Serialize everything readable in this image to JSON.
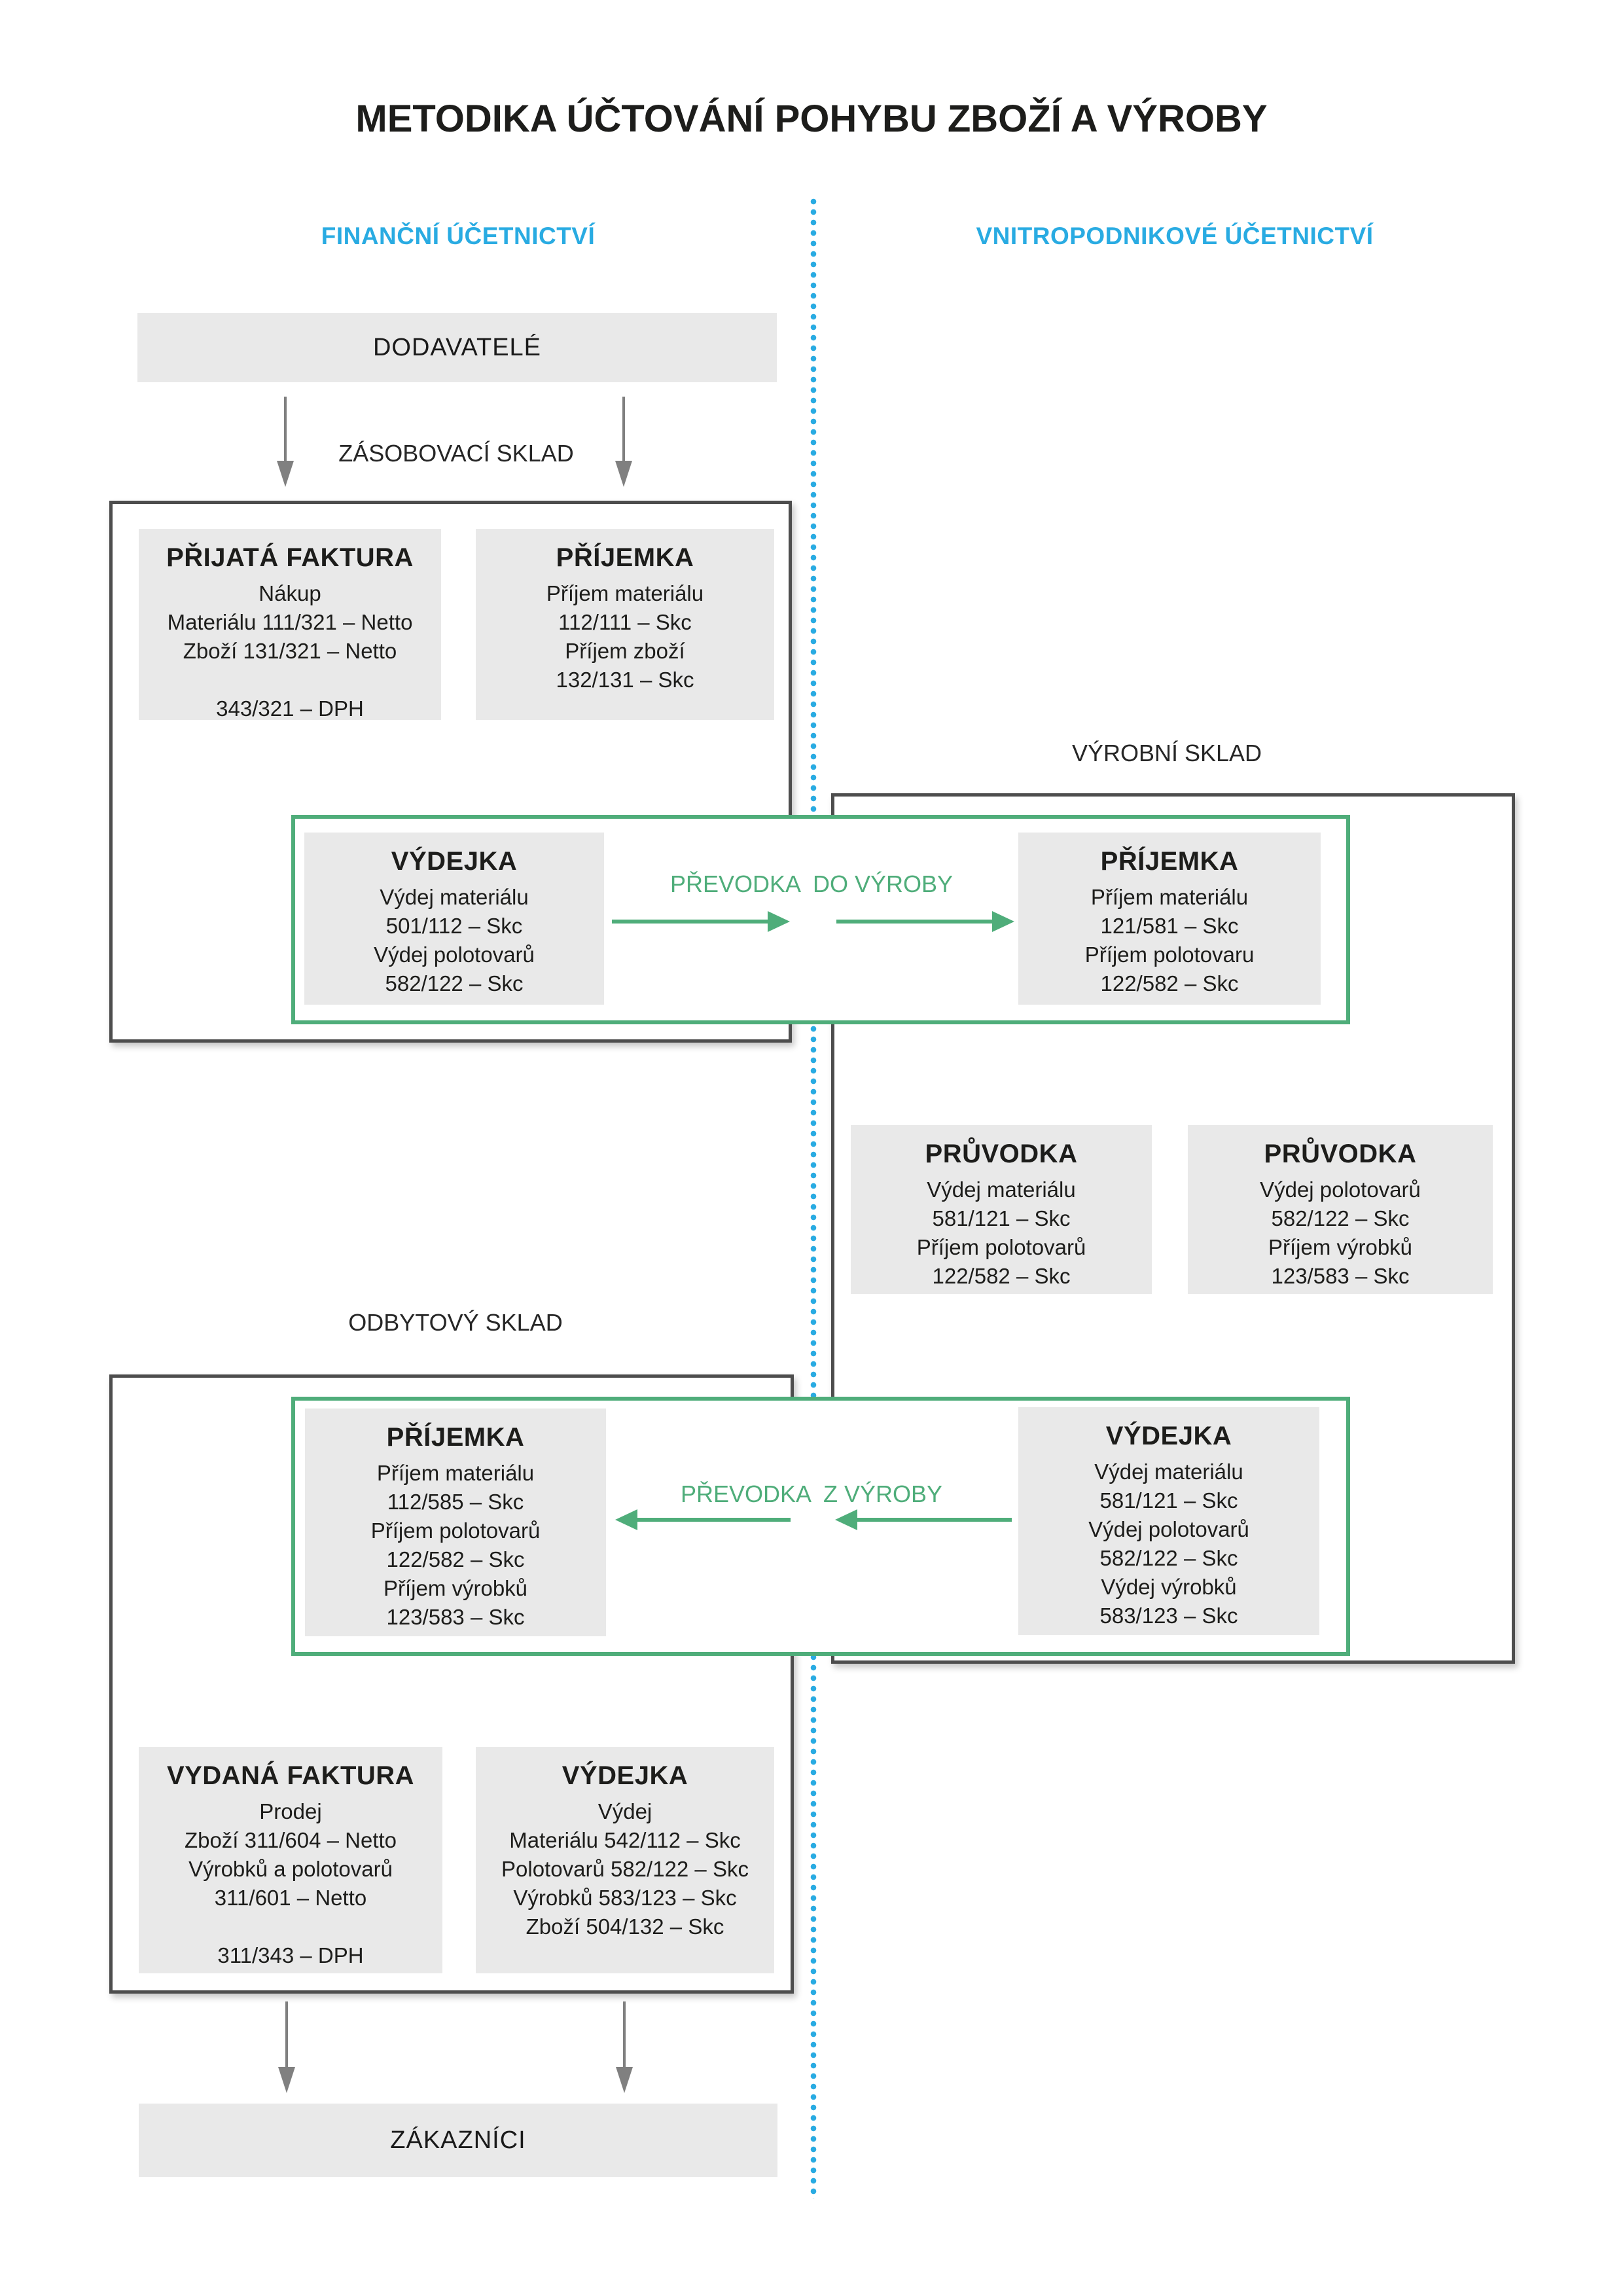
{
  "title": "METODIKA ÚČTOVÁNÍ POHYBU ZBOŽÍ A VÝROBY",
  "columns": {
    "left_header": "FINANČNÍ ÚČETNICTVÍ",
    "right_header": "VNITROPODNIKOVÉ ÚČETNICTVÍ"
  },
  "section_labels": {
    "zasobovaci_sklad": "ZÁSOBOVACÍ SKLAD",
    "vyrobni_sklad": "VÝROBNÍ SKLAD",
    "odbytovy_sklad": "ODBYTOVÝ SKLAD"
  },
  "endpoints": {
    "dodavatele": "DODAVATELÉ",
    "zakaznici": "ZÁKAZNÍCI"
  },
  "transfers": {
    "do_vyroby": "PŘEVODKA  DO VÝROBY",
    "z_vyroby": "PŘEVODKA  Z VÝROBY"
  },
  "cards": {
    "prijata_faktura": {
      "title": "PŘIJATÁ FAKTURA",
      "lines": [
        "Nákup",
        "Materiálu 111/321 – Netto",
        "Zboží 131/321 – Netto",
        "",
        "343/321 – DPH"
      ]
    },
    "prijemka_zasobovaci": {
      "title": "PŘÍJEMKA",
      "lines": [
        "Příjem materiálu",
        "112/111 – Skc",
        "Příjem zboží",
        "132/131 – Skc"
      ]
    },
    "vydejka_do_vyroby": {
      "title": "VÝDEJKA",
      "lines": [
        "Výdej materiálu",
        "501/112 – Skc",
        "Výdej polotovarů",
        "582/122 – Skc"
      ]
    },
    "prijemka_vyrobni": {
      "title": "PŘÍJEMKA",
      "lines": [
        "Příjem materiálu",
        "121/581 – Skc",
        "Příjem polotovaru",
        "122/582 – Skc"
      ]
    },
    "pruvodka_material": {
      "title": "PRŮVODKA",
      "lines": [
        "Výdej materiálu",
        "581/121 – Skc",
        "Příjem polotovarů",
        "122/582 – Skc"
      ]
    },
    "pruvodka_polotovary": {
      "title": "PRŮVODKA",
      "lines": [
        "Výdej polotovarů",
        "582/122 – Skc",
        "Příjem výrobků",
        "123/583 – Skc"
      ]
    },
    "prijemka_odbytovy": {
      "title": "PŘÍJEMKA",
      "lines": [
        "Příjem materiálu",
        "112/585 – Skc",
        "Příjem polotovarů",
        "122/582 – Skc",
        "Příjem výrobků",
        "123/583 – Skc"
      ]
    },
    "vydejka_z_vyroby": {
      "title": "VÝDEJKA",
      "lines": [
        "Výdej materiálu",
        "581/121 – Skc",
        "Výdej polotovarů",
        "582/122 – Skc",
        "Výdej výrobků",
        "583/123 – Skc"
      ]
    },
    "vydana_faktura": {
      "title": "VYDANÁ FAKTURA",
      "lines": [
        "Prodej",
        "Zboží 311/604 – Netto",
        "Výrobků a polotovarů",
        "311/601 – Netto",
        "",
        "311/343 – DPH"
      ]
    },
    "vydejka_prodej": {
      "title": "VÝDEJKA",
      "lines": [
        "Výdej",
        "Materiálu 542/112 – Skc",
        "Polotovarů 582/122 – Skc",
        "Výrobků 583/123 – Skc",
        "Zboží 504/132 – Skc"
      ]
    }
  },
  "colors": {
    "accent_blue": "#29ABE2",
    "accent_green": "#4FAD7A",
    "box_bg": "#E9E9E9",
    "border_dark": "#4D4D4D",
    "arrow_gray": "#808080",
    "text_dark": "#1D1D1B"
  }
}
